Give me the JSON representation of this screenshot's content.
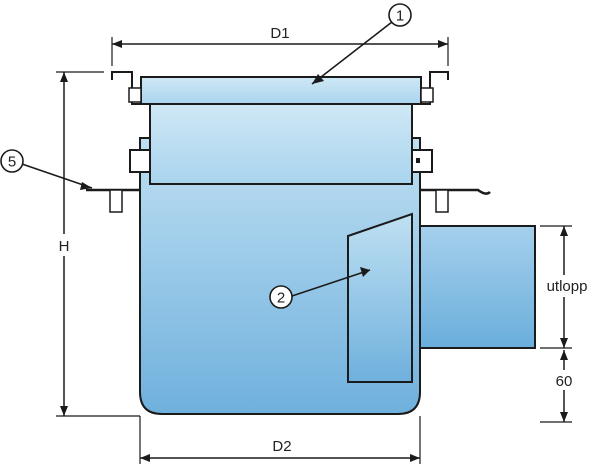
{
  "labels": {
    "d1": "D1",
    "d2": "D2",
    "h": "H",
    "outlet": "utlopp",
    "sixty": "60"
  },
  "callouts": [
    "1",
    "2",
    "5"
  ],
  "colors": {
    "fill_top": "#bfe0f2",
    "fill_bottom": "#6fb0dd",
    "outline": "#1b1b1b",
    "background": "#ffffff"
  }
}
